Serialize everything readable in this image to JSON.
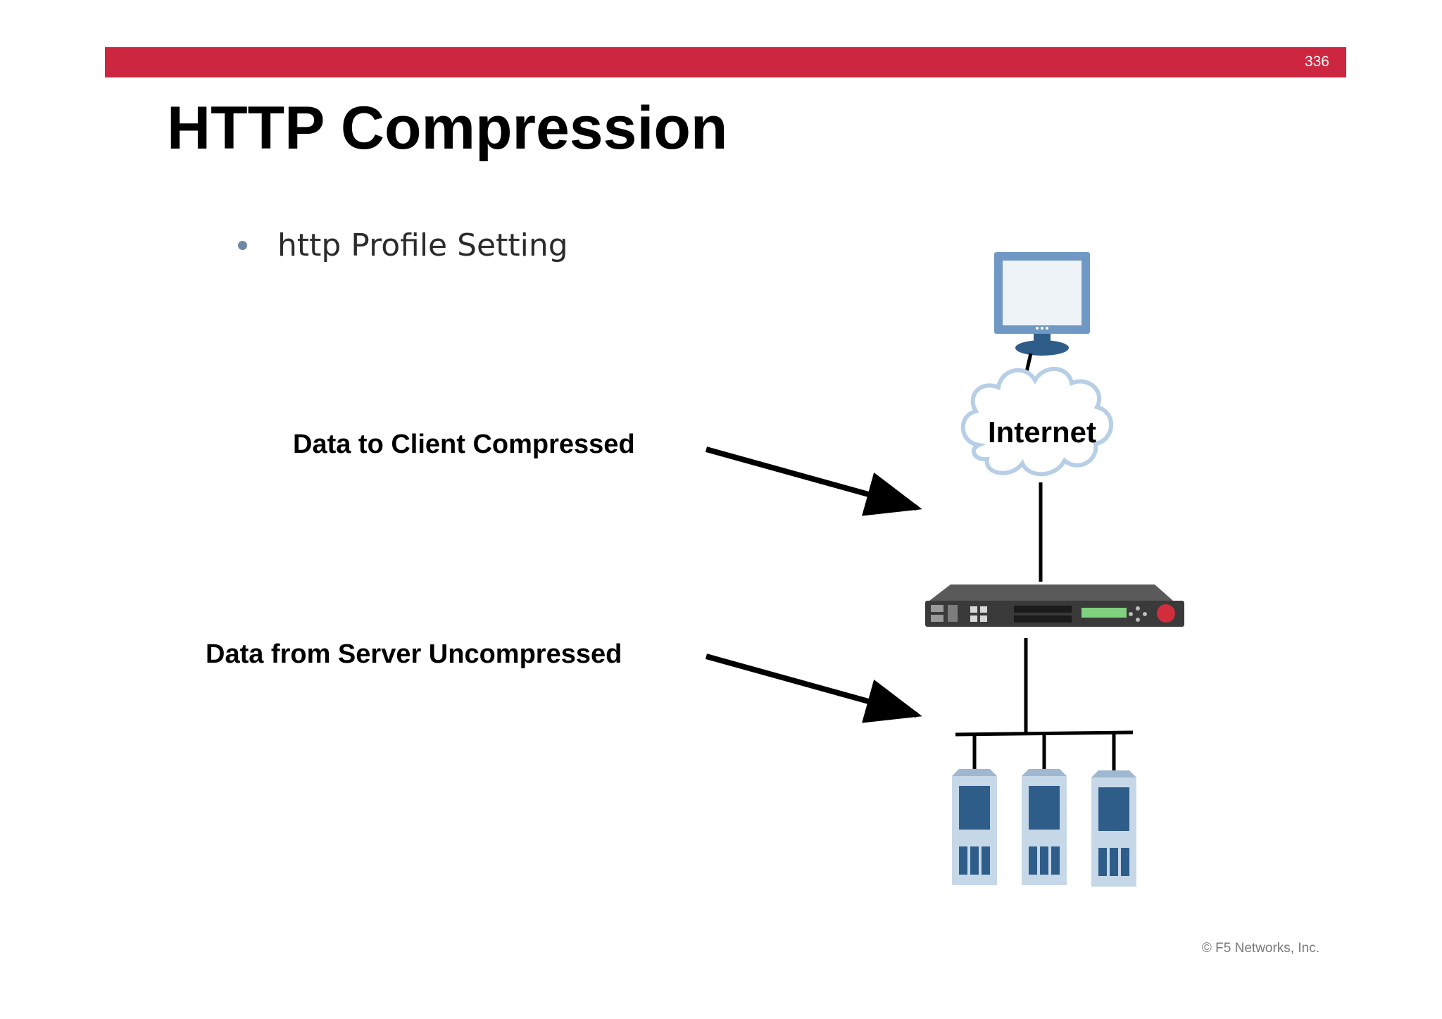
{
  "header": {
    "page_number": "336",
    "title": "HTTP Compression"
  },
  "bullets": [
    {
      "text": "http Profile Setting"
    }
  ],
  "diagram": {
    "cloud_label": "Internet",
    "arrow_labels": {
      "to_client": "Data to Client Compressed",
      "from_server": "Data from Server Uncompressed"
    },
    "icons": [
      "monitor-icon",
      "cloud-icon",
      "f5-appliance-icon",
      "server-icon"
    ],
    "server_count": 3
  },
  "footer": {
    "copyright": "© F5 Networks, Inc."
  },
  "colors": {
    "accent_bar": "#cc2640",
    "bullet": "#6d87a6",
    "monitor_frame": "#6f98c4",
    "monitor_base": "#2f5d8a",
    "server_body": "#c6d8e8",
    "server_detail": "#2f5d8a",
    "appliance_body": "#3a3a3a",
    "f5_logo": "#d22d3d"
  }
}
